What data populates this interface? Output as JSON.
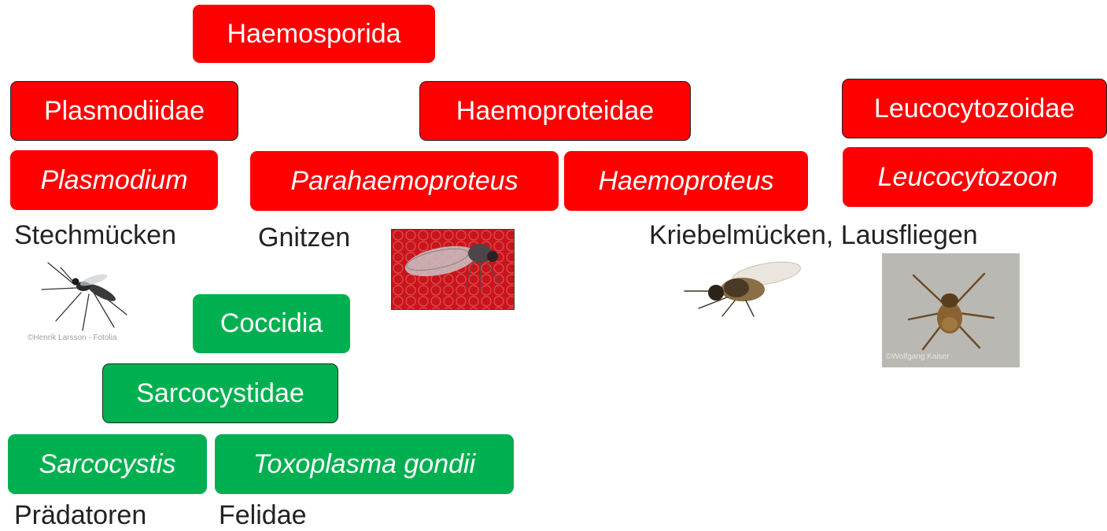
{
  "haemosporida": {
    "order": "Haemosporida",
    "families": {
      "plasmodiidae": "Plasmodiidae",
      "haemoproteidae": "Haemoproteidae",
      "leucocytozoidae": "Leucocytozoidae"
    },
    "genera": {
      "plasmodium": "Plasmodium",
      "parahaemoproteus": "Parahaemoproteus",
      "haemoproteus": "Haemoproteus",
      "leucocytozoon": "Leucocytozoon"
    },
    "vectors": {
      "plasmodium": "Stechmücken",
      "parahaemoproteus": "Gnitzen",
      "haemoproteus_leucocytozoon": "Kriebelmücken, Lausfliegen"
    }
  },
  "coccidia": {
    "order": "Coccidia",
    "family": "Sarcocystidae",
    "genera": {
      "sarcocystis": "Sarcocystis",
      "toxoplasma": "Toxoplasma gondii"
    },
    "hosts": {
      "sarcocystis": "Prädatoren",
      "toxoplasma": "Felidae"
    }
  },
  "photos": {
    "mosquito_credit": "©Henrik Larsson - Fotolia",
    "louse_fly_credit": "©Wolfgang Kaiser"
  },
  "colors": {
    "haemosporida": "#ff0000",
    "coccidia": "#00b050"
  }
}
